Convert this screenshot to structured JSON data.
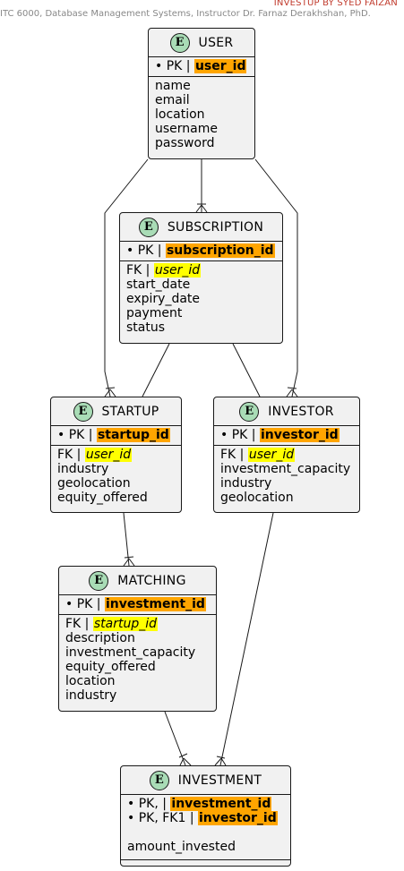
{
  "header": {
    "title": "INVESTUP BY SYED FAIZAN",
    "subtitle": "ITC 6000, Database Management Systems, Instructor Dr. Farnaz Derakhshan, PhD."
  },
  "icon_letter": "E",
  "entities": {
    "user": {
      "name": "USER",
      "pk_label": "• PK  | ",
      "pk": "user_id",
      "attrs": [
        "name",
        "email",
        "location",
        "username",
        "password"
      ]
    },
    "subscription": {
      "name": "SUBSCRIPTION",
      "pk_label": "• PK | ",
      "pk": "subscription_id",
      "fk_label": "FK | ",
      "fk": "user_id",
      "attrs": [
        "start_date",
        "expiry_date",
        "payment",
        "status"
      ]
    },
    "startup": {
      "name": "STARTUP",
      "pk_label": "• PK  | ",
      "pk": "startup_id",
      "fk_label": "FK | ",
      "fk": "user_id",
      "attrs": [
        "industry",
        "geolocation",
        "equity_offered"
      ]
    },
    "investor": {
      "name": "INVESTOR",
      "pk_label": "• PK  | ",
      "pk": "investor_id",
      "fk_label": "FK | ",
      "fk": "user_id",
      "attrs": [
        "investment_capacity",
        "industry",
        "geolocation"
      ]
    },
    "matching": {
      "name": "MATCHING",
      "pk_label": "• PK  | ",
      "pk": "investment_id",
      "fk_label": "FK | ",
      "fk": "startup_id",
      "attrs": [
        "description",
        "investment_capacity",
        "equity_offered",
        "location",
        "industry"
      ]
    },
    "investment": {
      "name": "INVESTMENT",
      "pk1_label": "• PK,   |  ",
      "pk1": "investment_id",
      "pk2_label": "• PK, FK1  |  ",
      "pk2": "investor_id",
      "attrs": [
        "amount_invested"
      ]
    }
  },
  "colors": {
    "entity_bg": "#f1f1f1",
    "icon_bg": "#a9dcb6",
    "pk_highlight": "#ffa500",
    "fk_highlight": "#ffff00",
    "title": "#c0392b",
    "subtitle": "#888888"
  }
}
